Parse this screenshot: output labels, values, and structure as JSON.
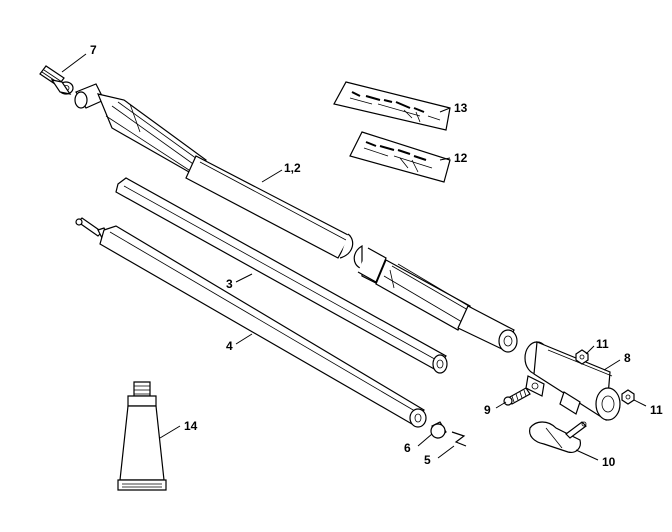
{
  "callouts": {
    "c1_2": "1,2",
    "c3": "3",
    "c4": "4",
    "c5": "5",
    "c6": "6",
    "c7": "7",
    "c8": "8",
    "c9": "9",
    "c10": "10",
    "c11a": "11",
    "c11b": "11",
    "c12": "12",
    "c13": "13",
    "c14": "14"
  },
  "colors": {
    "ink": "#000000",
    "paper": "#ffffff",
    "shade": "#d9d9d9"
  }
}
